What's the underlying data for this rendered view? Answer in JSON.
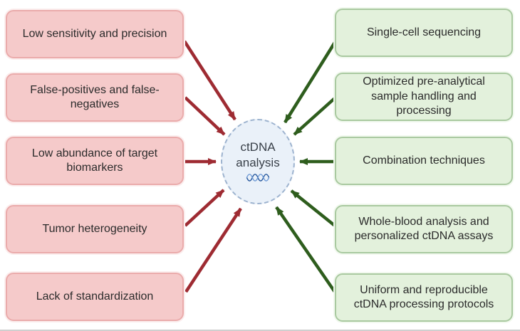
{
  "center": {
    "label": "ctDNA analysis",
    "icon": "dna-helix-icon"
  },
  "challenges": [
    "Low sensitivity and precision",
    "False-positives and false-negatives",
    "Low abundance of target biomarkers",
    "Tumor heterogeneity",
    "Lack of standardization"
  ],
  "solutions": [
    "Single-cell sequencing",
    "Optimized pre-analytical sample handling and processing",
    "Combination techniques",
    "Whole-blood analysis and personalized ctDNA assays",
    "Uniform and reproducible ctDNA processing protocols"
  ],
  "colors": {
    "challenge_fill": "#f5caca",
    "challenge_border": "#eaabab",
    "challenge_arrow": "#9e2b32",
    "solution_fill": "#e3f1dc",
    "solution_border": "#a9c9a0",
    "solution_arrow": "#2e5d1d",
    "center_fill": "#eaf1f9",
    "center_border": "#9db3cf",
    "text": "#2b2b2b"
  }
}
